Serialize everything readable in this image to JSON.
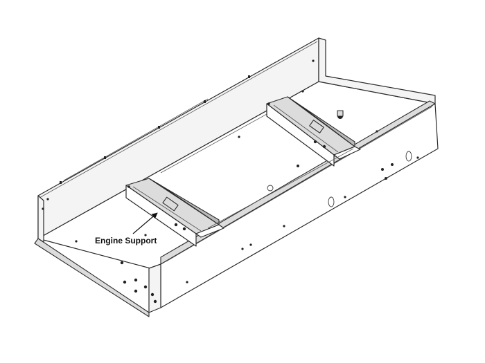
{
  "callout": {
    "label": "Engine Support"
  },
  "colors": {
    "line": "#2a2a2a",
    "background": "#ffffff",
    "support_shade": "#dcdcdc"
  },
  "icons": [
    "leader-arrow",
    "bolt-head",
    "mounting-hole"
  ]
}
